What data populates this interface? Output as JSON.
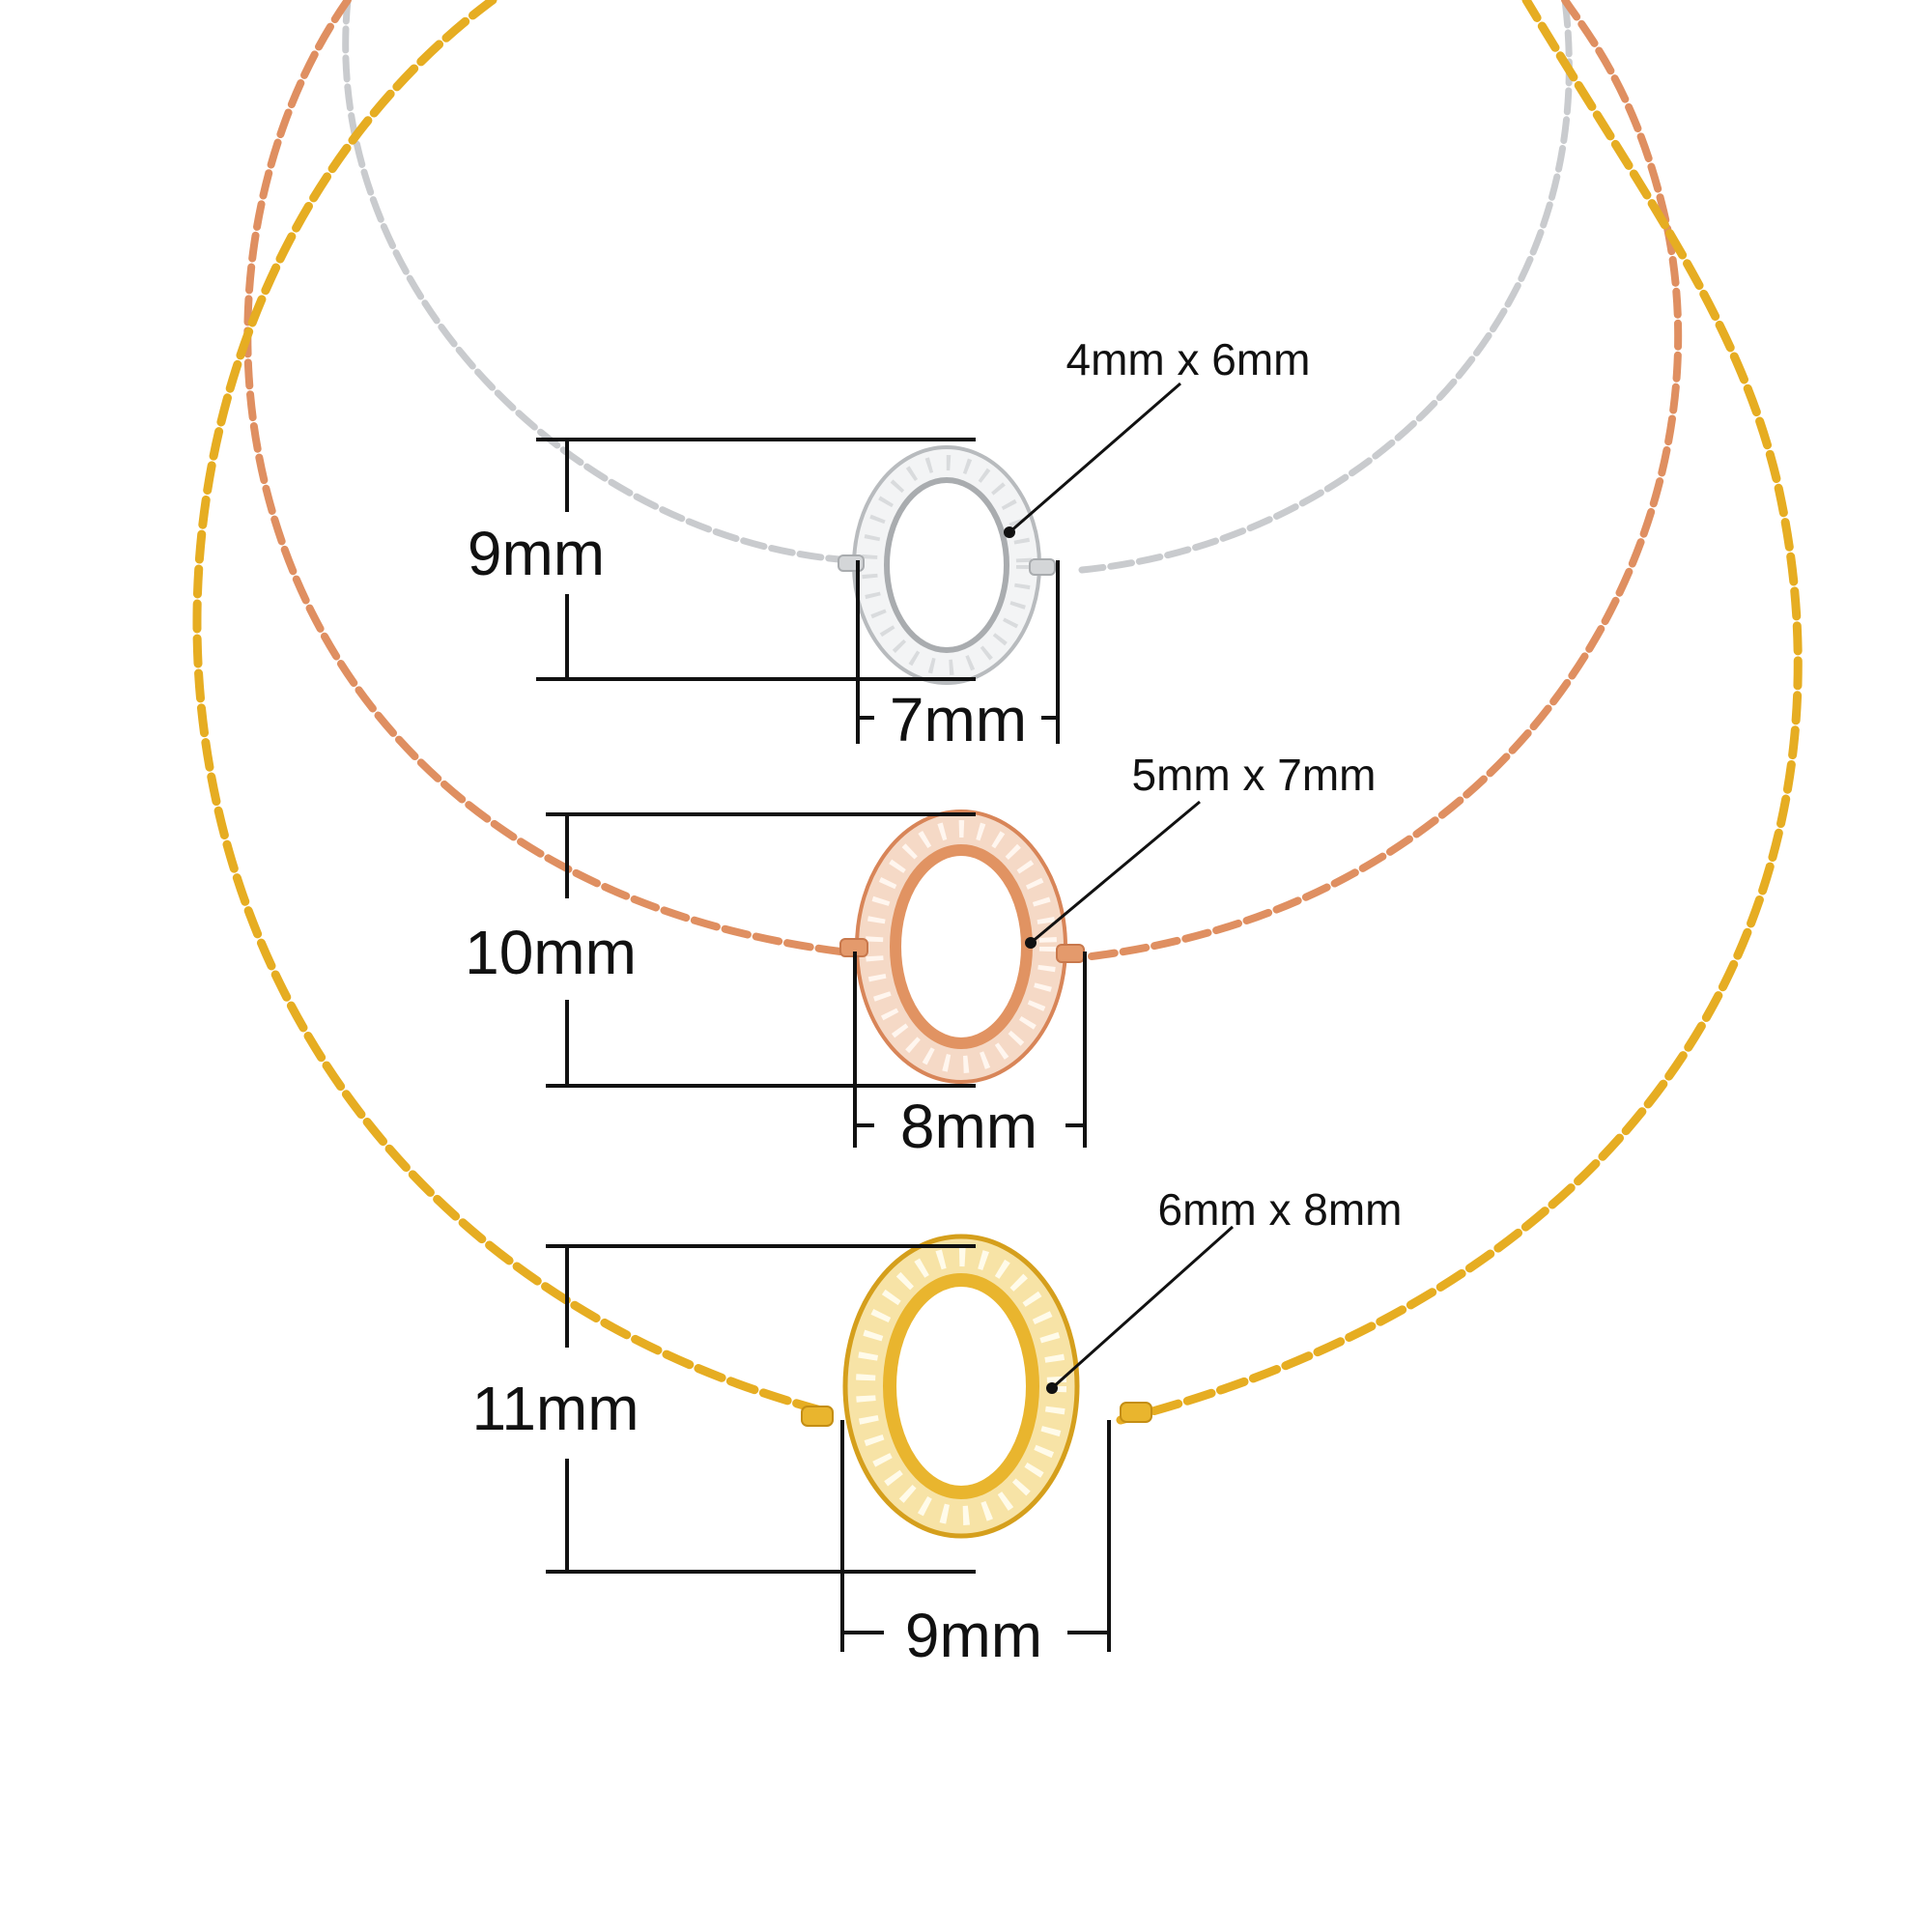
{
  "pendants": [
    {
      "metal": "silver",
      "height": "9mm",
      "width": "7mm",
      "opening": "4mm x 6mm",
      "color": "#d4d6d8",
      "stone": "#ffffff"
    },
    {
      "metal": "rose-gold",
      "height": "10mm",
      "width": "8mm",
      "opening": "5mm x 7mm",
      "color": "#e49a6c",
      "stone": "#fff6ef"
    },
    {
      "metal": "gold",
      "height": "11mm",
      "width": "9mm",
      "opening": "6mm x 8mm",
      "color": "#e9b52e",
      "stone": "#fffbea"
    }
  ]
}
